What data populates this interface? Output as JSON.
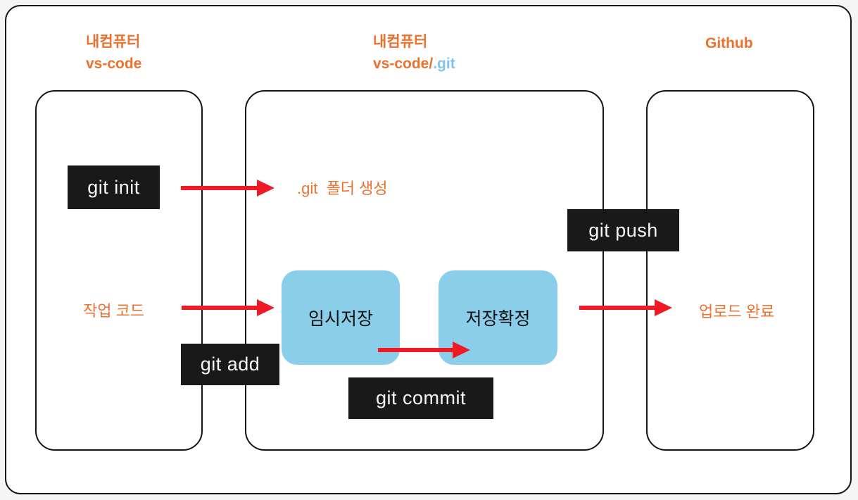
{
  "diagram": {
    "type": "git-workflow-diagram",
    "colors": {
      "accent_orange": "#ed712e",
      "accent_light_blue": "#7fc5e9",
      "node_blue": "#8bceea",
      "command_label_bg": "#191919",
      "arrow_red": "#ee1b24",
      "border_black": "#141414",
      "frame_bg": "#ffffff",
      "page_bg": "#f5f5f6"
    },
    "columns": {
      "local": {
        "heading_line1": "내컴퓨터",
        "heading_line2": "vs-code"
      },
      "local_git": {
        "heading_line1": "내컴퓨터",
        "heading_line2_main": "vs-code/",
        "heading_line2_accent": ".git"
      },
      "github": {
        "heading": "Github"
      }
    },
    "commands": {
      "git_init": "git init",
      "git_add": "git add",
      "git_commit": "git commit",
      "git_push": "git push"
    },
    "nodes": {
      "git_folder_created": ".git  폴더 생성",
      "work_code": "작업 코드",
      "staged": "임시저장",
      "committed": "저장확정",
      "upload_done": "업로드 완료"
    },
    "arrows": [
      {
        "name": "git-init-arrow",
        "from": "git init",
        "to": ".git 폴더 생성"
      },
      {
        "name": "git-add-arrow",
        "from": "작업 코드",
        "to": "임시저장"
      },
      {
        "name": "git-commit-arrow",
        "from": "임시저장",
        "to": "저장확정"
      },
      {
        "name": "git-push-arrow",
        "from": "저장확정",
        "to": "업로드 완료"
      }
    ]
  }
}
